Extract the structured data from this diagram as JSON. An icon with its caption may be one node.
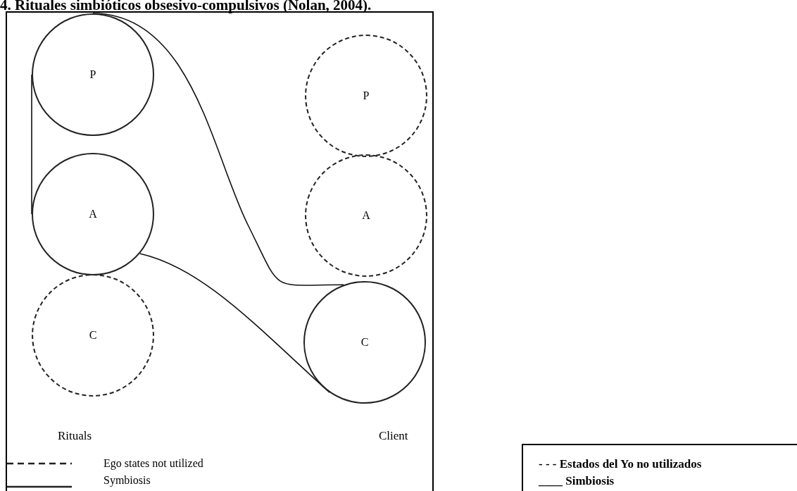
{
  "diagram": {
    "title": "4. Rituales simbióticos obsesivo-compulsivos (Nolan, 2004).",
    "nodes": [
      {
        "text": [
          "P"
        ]
      },
      {
        "text": [
          "A"
        ]
      },
      {
        "text": [
          "C"
        ]
      },
      {
        "text": [
          "P"
        ]
      },
      {
        "text": [
          "A"
        ]
      },
      {
        "text": [
          "C"
        ]
      }
    ],
    "edges": [
      {
        "from": 0,
        "to": 1,
        "arrow": "none"
      },
      {
        "from": 0,
        "to": 5,
        "arrow": "none"
      },
      {
        "from": 1,
        "to": 5,
        "arrow": "none"
      }
    ],
    "labels": [
      "Rituals",
      "Client",
      "- - - Estados del Yo no utilizados",
      "____ Simbiosis"
    ],
    "legend": [
      {
        "text": "Ego states not utilized"
      },
      {
        "text": "Symbiosis"
      }
    ]
  }
}
